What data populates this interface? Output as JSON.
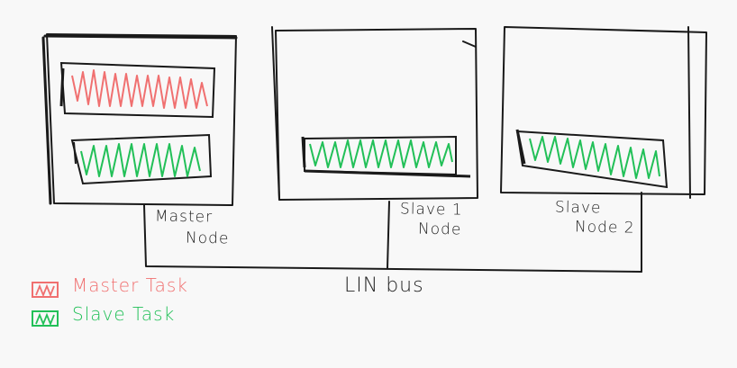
{
  "colors": {
    "background": "#f8f8f8",
    "ink": "#1a1a1a",
    "master_task": "#f07070",
    "slave_task": "#22c058"
  },
  "nodes": {
    "master": {
      "label_line1": "Master",
      "label_line2": "Node"
    },
    "slave1": {
      "label_line1": "Slave 1",
      "label_line2": "Node"
    },
    "slave2": {
      "label_line1": "Slave",
      "label_line2": "Node 2"
    }
  },
  "bus": {
    "label": "LIN bus"
  },
  "legend": {
    "master_task": "Master Task",
    "slave_task": "Slave Task"
  }
}
